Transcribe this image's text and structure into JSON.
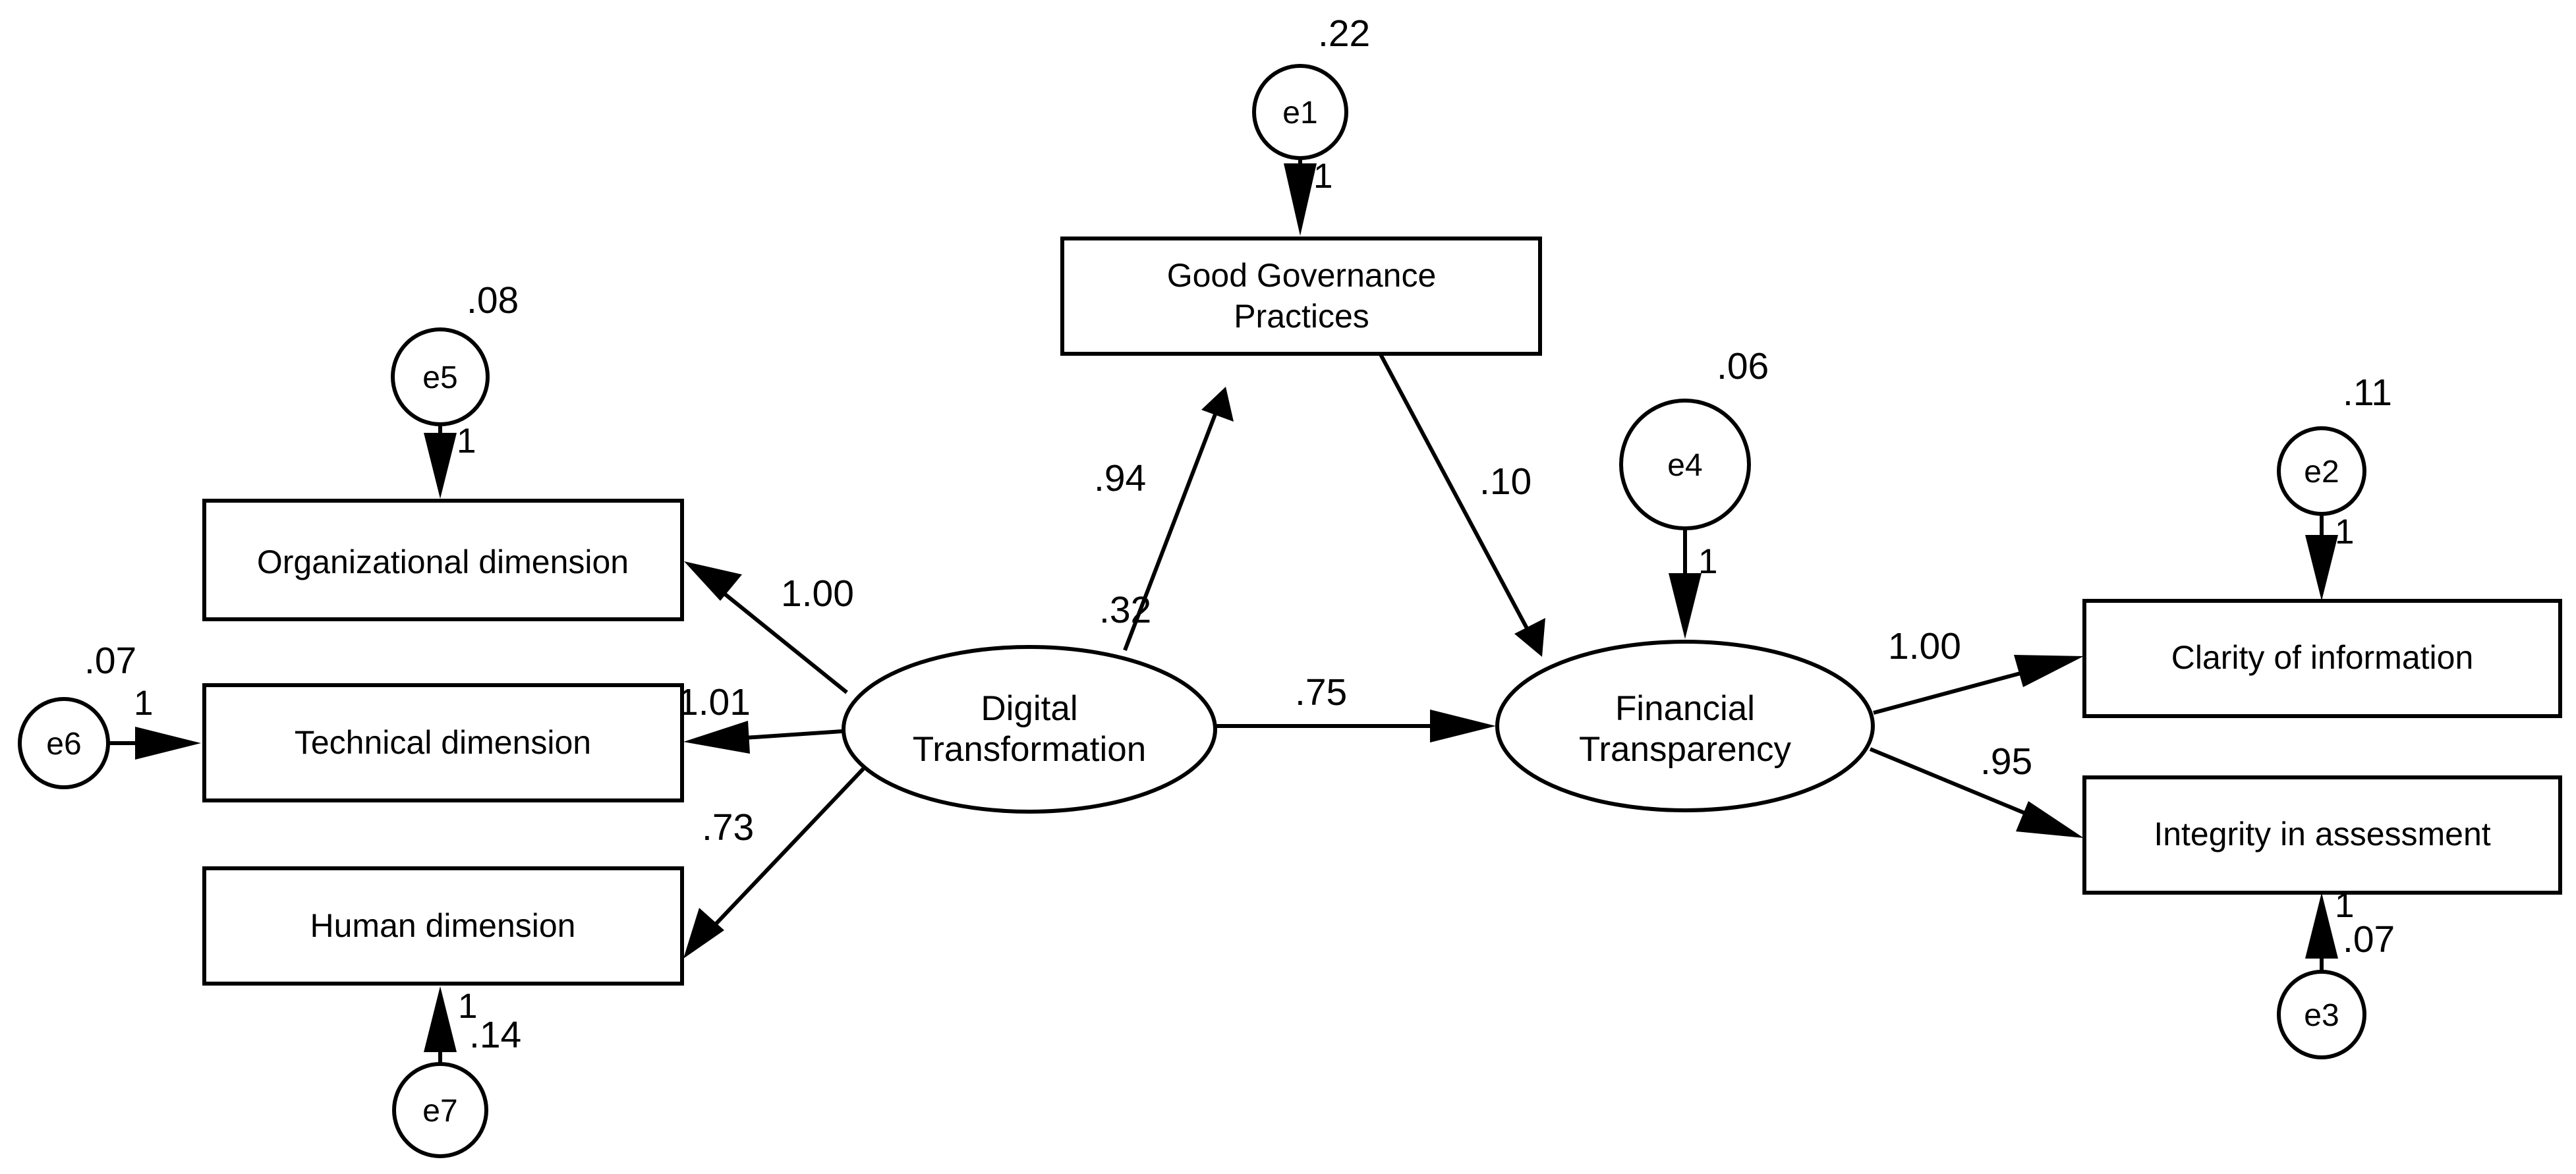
{
  "diagram": {
    "observed": {
      "good_governance": [
        "Good Governance",
        "Practices"
      ],
      "organizational": "Organizational dimension",
      "technical": "Technical dimension",
      "human": "Human dimension",
      "clarity": "Clarity of information",
      "integrity": "Integrity in assessment"
    },
    "latent": {
      "digital": [
        "Digital",
        "Transformation"
      ],
      "financial": [
        "Financial",
        "Transparency"
      ]
    },
    "errors": {
      "e1": "e1",
      "e2": "e2",
      "e3": "e3",
      "e4": "e4",
      "e5": "e5",
      "e6": "e6",
      "e7": "e7"
    },
    "variances": {
      "e1": ".22",
      "e2": ".11",
      "e3": ".07",
      "e4": ".06",
      "e5": ".08",
      "e6": ".07",
      "e7": ".14",
      "digital": ".32"
    },
    "fixed_paths": {
      "e1": "1",
      "e2": "1",
      "e3": "1",
      "e4": "1",
      "e5": "1",
      "e6": "1",
      "e7": "1"
    },
    "paths": {
      "digital_to_good_governance": ".94",
      "good_governance_to_financial": ".10",
      "digital_to_financial": ".75",
      "digital_to_organizational": "1.00",
      "digital_to_technical": "1.01",
      "digital_to_human": ".73",
      "financial_to_clarity": "1.00",
      "financial_to_integrity": ".95"
    }
  }
}
